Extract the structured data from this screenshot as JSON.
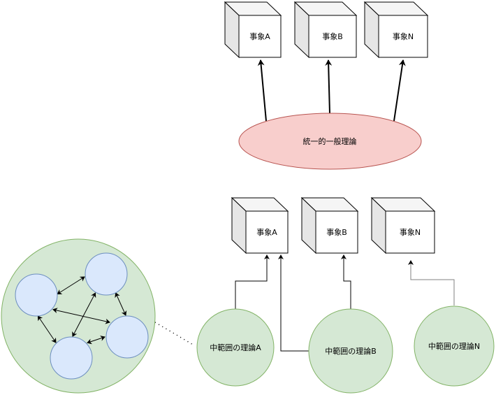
{
  "top": {
    "cubes": [
      {
        "label": "事象A"
      },
      {
        "label": "事象B"
      },
      {
        "label": "事象N"
      }
    ],
    "general_theory": {
      "label": "統一的一般理論",
      "fill": "#f8cecc",
      "stroke": "#b85450"
    }
  },
  "bottom": {
    "cubes": [
      {
        "label": "事象A"
      },
      {
        "label": "事象B"
      },
      {
        "label": "事象N"
      }
    ],
    "middle_range_theories": [
      {
        "label": "中範囲の理論A"
      },
      {
        "label": "中範囲の理論B"
      },
      {
        "label": "中範囲の理論N"
      }
    ],
    "cluster": {
      "fill": "#d5e8d4",
      "stroke": "#82b366",
      "node_fill": "#dae8fc",
      "node_stroke": "#6c8ebf",
      "node_count": 4
    }
  }
}
